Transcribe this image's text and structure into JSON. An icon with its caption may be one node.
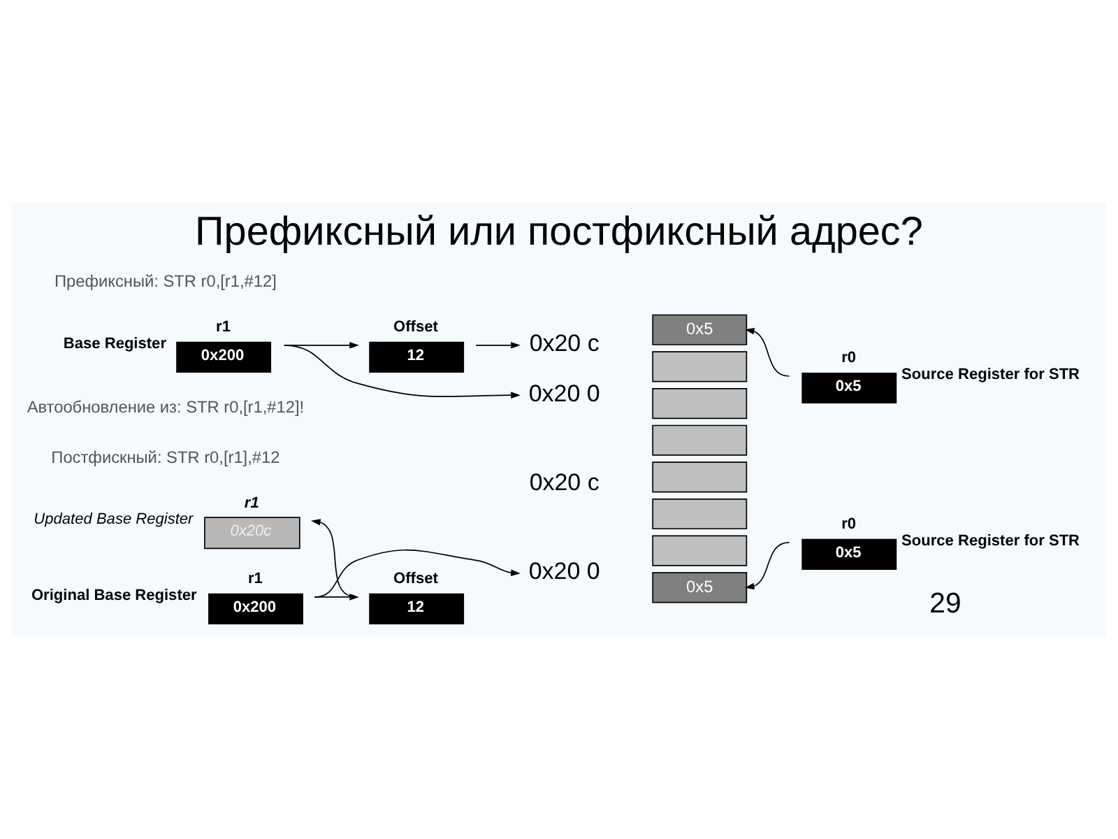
{
  "diagram": {
    "title": "Префиксный или постфиксный адрес?",
    "nodes": [
      {
        "text": [
          "Offset",
          "12"
        ]
      },
      {
        "text": [
          "r1",
          "0x200"
        ],
        "beside": [
          "Base Register"
        ]
      },
      {
        "text": [
          "0x20 c"
        ]
      },
      {
        "text": [
          "0x20 0"
        ]
      },
      {
        "text": [
          "0x5"
        ]
      },
      {
        "text": [],
        "shape": "box"
      },
      {
        "text": [],
        "shape": "box"
      },
      {
        "text": [],
        "shape": "box"
      },
      {
        "text": [
          "r0",
          "0x5"
        ],
        "beside": [
          "Source Register for STR"
        ]
      },
      {
        "text": [
          "r1",
          "0x20c"
        ],
        "beside": [
          "Updated Base Register"
        ]
      },
      {
        "text": [
          "Offset",
          "12"
        ]
      },
      {
        "text": [
          "r1",
          "0x200"
        ],
        "beside": [
          "Original Base Register"
        ]
      },
      {
        "text": [
          "0x20 0"
        ]
      },
      {
        "text": [],
        "shape": "box"
      },
      {
        "text": [],
        "shape": "box"
      },
      {
        "text": [],
        "shape": "box"
      },
      {
        "text": [
          "0x5"
        ]
      },
      {
        "text": [
          "r0",
          "0x5"
        ],
        "beside": [
          "Source Register for STR"
        ]
      }
    ],
    "edges": [
      {
        "from": 0,
        "to": 2,
        "arrow": "to"
      },
      {
        "from": 1,
        "to": 3,
        "arrow": "to"
      },
      {
        "from": 1,
        "to": 0,
        "arrow": "to"
      },
      {
        "from": 8,
        "to": 4,
        "arrow": "to"
      },
      {
        "from": 10,
        "to": 9,
        "arrow": "to"
      },
      {
        "from": 11,
        "to": 10,
        "arrow": "to"
      },
      {
        "from": 11,
        "to": 12,
        "arrow": "to"
      },
      {
        "from": 17,
        "to": 16,
        "arrow": "to"
      }
    ],
    "labels": [
      "Префиксный: STR r0,[r1,#12]",
      "Автообновление из: STR r0,[r1,#12]!",
      "Постфискный: STR r0,[r1],#12",
      "0x20 c",
      "29"
    ]
  }
}
